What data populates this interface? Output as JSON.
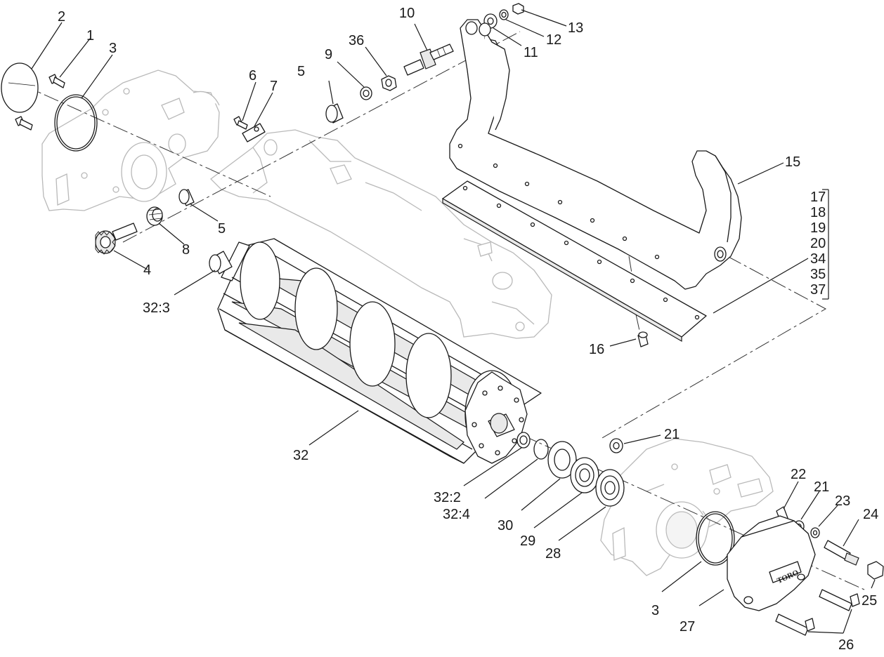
{
  "callouts": {
    "c1": "1",
    "c2": "2",
    "c3a": "3",
    "c3b": "3",
    "c4": "4",
    "c5a": "5",
    "c5b": "5",
    "c6": "6",
    "c7": "7",
    "c8": "8",
    "c9": "9",
    "c10": "10",
    "c11": "11",
    "c12": "12",
    "c13": "13",
    "c15": "15",
    "c16": "16",
    "c21a": "21",
    "c21b": "21",
    "c22": "22",
    "c23": "23",
    "c24": "24",
    "c25": "25",
    "c26": "26",
    "c27": "27",
    "c28": "28",
    "c29": "29",
    "c30": "30",
    "c32": "32",
    "c32_2": "32:2",
    "c32_3": "32:3",
    "c32_4": "32:4",
    "c36": "36"
  },
  "callout_group": [
    "17",
    "18",
    "19",
    "20",
    "34",
    "35",
    "37"
  ],
  "cover_logo": "TORO"
}
